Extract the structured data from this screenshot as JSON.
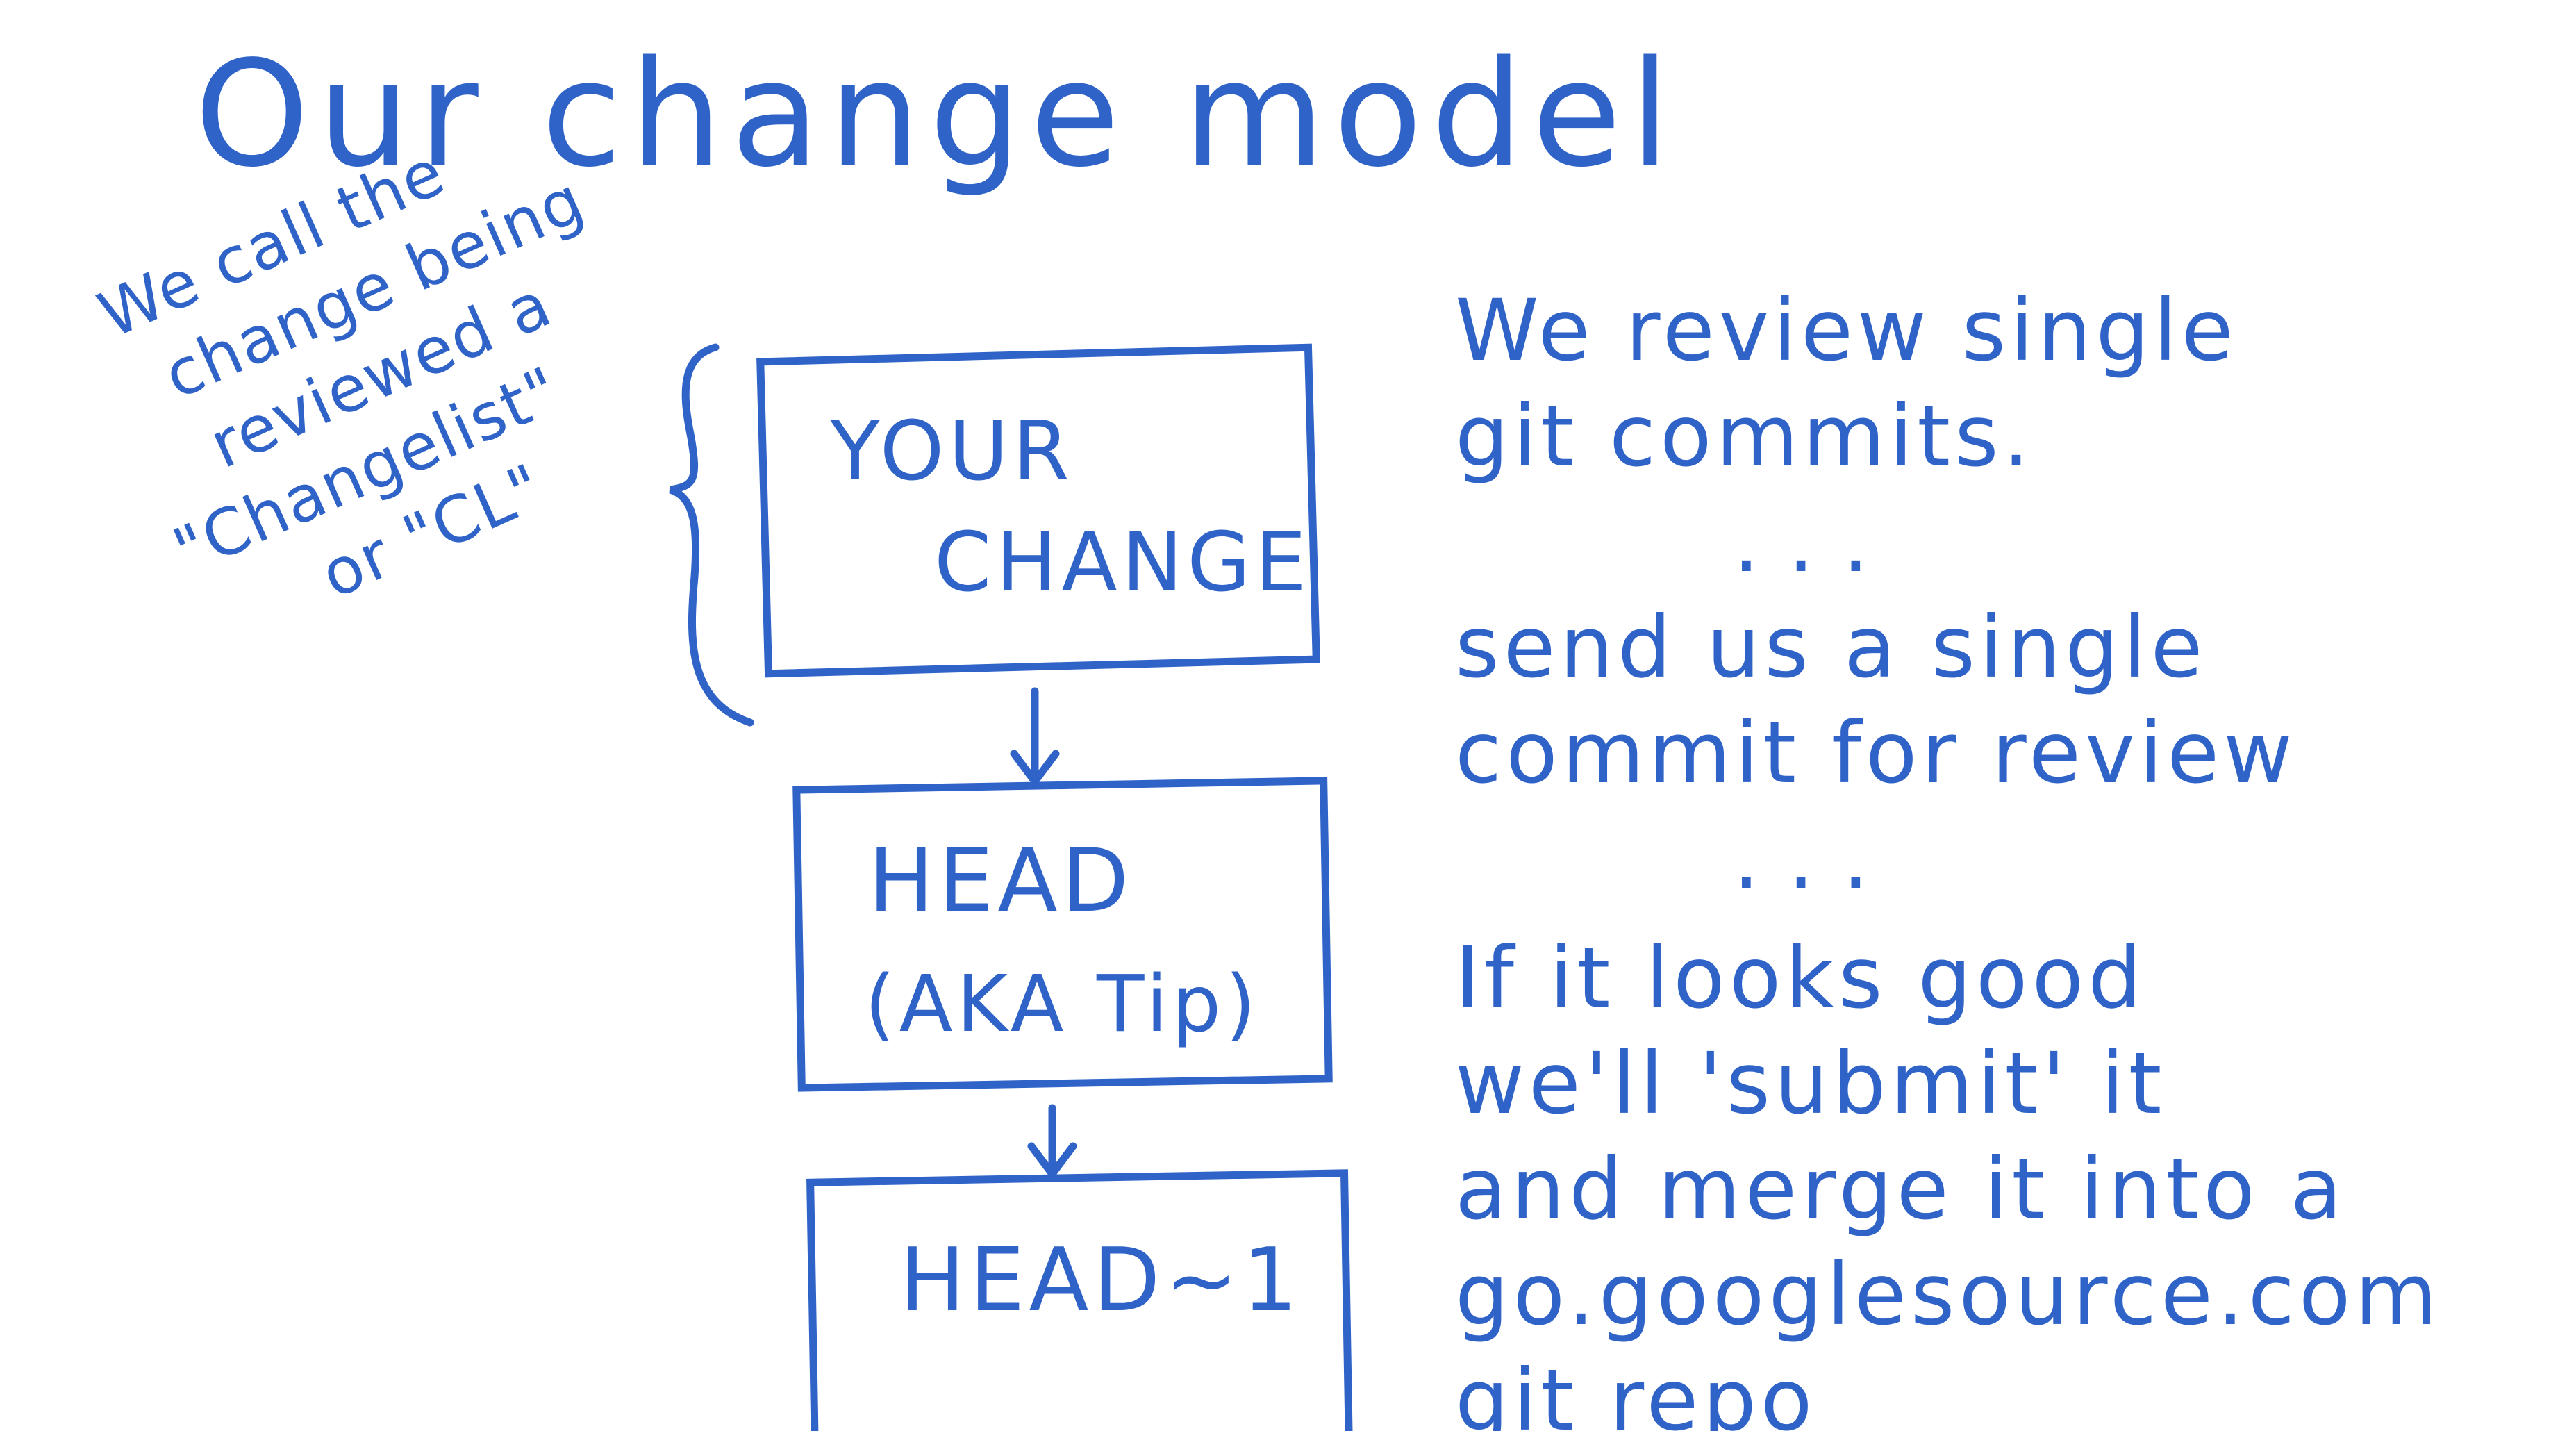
{
  "colors": {
    "ink": "#2f63c8",
    "paper": "#ffffff"
  },
  "title": "Our change model",
  "side_note": {
    "lines": [
      "We call the",
      "change being",
      "reviewed a",
      "\"Changelist\"",
      "or \"CL\""
    ]
  },
  "boxes": {
    "your_change": {
      "line1": "YOUR",
      "line2": "CHANGE"
    },
    "head": {
      "line1": "HEAD",
      "line2": "(AKA Tip)"
    },
    "head_minus_1": {
      "line1": "HEAD~1"
    }
  },
  "right_text": {
    "p1_line1": "We review single",
    "p1_line2": "git commits.",
    "dots1": "...",
    "p2_line1": "send us a single",
    "p2_line2": "commit for review",
    "dots2": "...",
    "p3_line1": "If it looks good",
    "p3_line2": "we'll 'submit' it",
    "p3_line3": "and merge it into a",
    "p3_line4": "go.googlesource.com",
    "p3_line5": "git repo"
  },
  "icons": {
    "brace": "left-curly-brace-icon",
    "arrow": "down-arrow-icon"
  }
}
